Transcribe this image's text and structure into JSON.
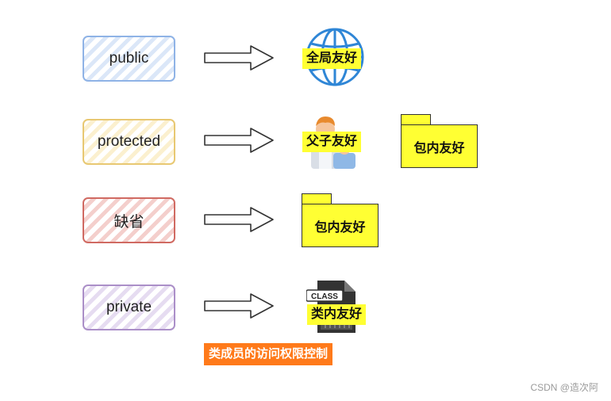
{
  "modifiers": [
    {
      "label": "public",
      "scope": "全局友好"
    },
    {
      "label": "protected",
      "scope": "父子友好",
      "extra_scope": "包内友好"
    },
    {
      "label": "缺省",
      "scope": "包内友好"
    },
    {
      "label": "private",
      "scope": "类内友好",
      "icon_text": "CLASS"
    }
  ],
  "caption": "类成员的访问权限控制",
  "watermark": "CSDN @造次阿",
  "icons": {
    "public": "globe-icon",
    "protected": "people-icon",
    "default": "folder-icon",
    "private": "class-file-icon"
  },
  "colors": {
    "highlight": "#ffff33",
    "caption_bg": "#ff7a1a",
    "public_border": "#8fb3e6",
    "protected_border": "#e8c872",
    "default_border": "#d06a62",
    "private_border": "#ab8fc8",
    "globe": "#2f86d6"
  }
}
